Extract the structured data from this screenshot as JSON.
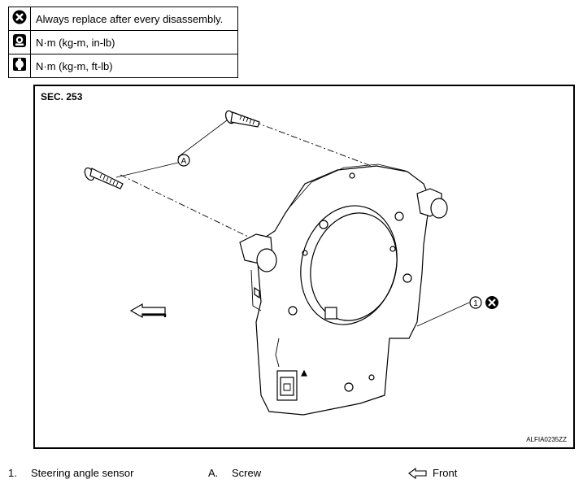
{
  "legend": {
    "rows": [
      {
        "icon": "replace-x-icon",
        "text": "Always replace after every disassembly."
      },
      {
        "icon": "torque-wrench-icon",
        "text": "N·m (kg-m, in-lb)"
      },
      {
        "icon": "torque-square-icon",
        "text": "N·m (kg-m, ft-lb)"
      }
    ]
  },
  "figure": {
    "section": "SEC. 253",
    "callout_a": "A",
    "callout_1": "1",
    "code": "ALFIA0235ZZ"
  },
  "captions": {
    "item1_num": "1.",
    "item1_text": "Steering angle sensor",
    "itemA_letter": "A.",
    "itemA_text": "Screw",
    "front_text": "Front"
  }
}
